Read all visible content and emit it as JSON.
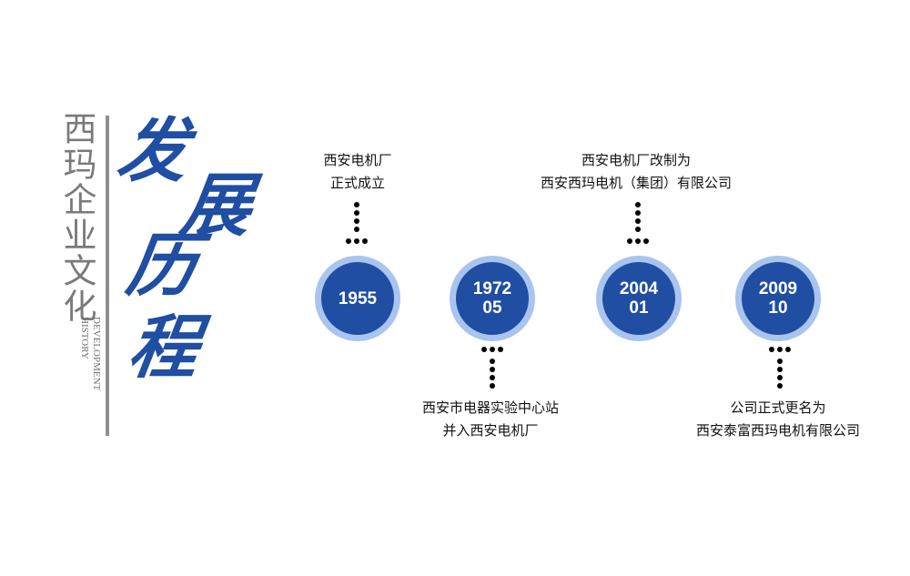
{
  "section": {
    "title_cn": "西玛企业文化",
    "title_en_line1": "DEVELOPMENT",
    "title_en_line2": "HISTORY",
    "calligraphy": [
      "发",
      "展",
      "历",
      "程"
    ]
  },
  "colors": {
    "primary_blue": "#1f4ea3",
    "ring_blue": "#a9c4ee",
    "gray_text": "#7a7a7a"
  },
  "timeline": [
    {
      "year": "1955",
      "month": "",
      "text_lines": [
        "西安电机厂",
        "正式成立"
      ],
      "label_position": "above"
    },
    {
      "year": "1972",
      "month": "05",
      "text_lines": [
        "西安市电器实验中心站",
        "并入西安电机厂"
      ],
      "label_position": "below"
    },
    {
      "year": "2004",
      "month": "01",
      "text_lines": [
        "西安电机厂改制为",
        "西安西玛电机（集团）有限公司"
      ],
      "label_position": "above"
    },
    {
      "year": "2009",
      "month": "10",
      "text_lines": [
        "公司正式更名为",
        "西安泰富西玛电机有限公司"
      ],
      "label_position": "below"
    }
  ]
}
